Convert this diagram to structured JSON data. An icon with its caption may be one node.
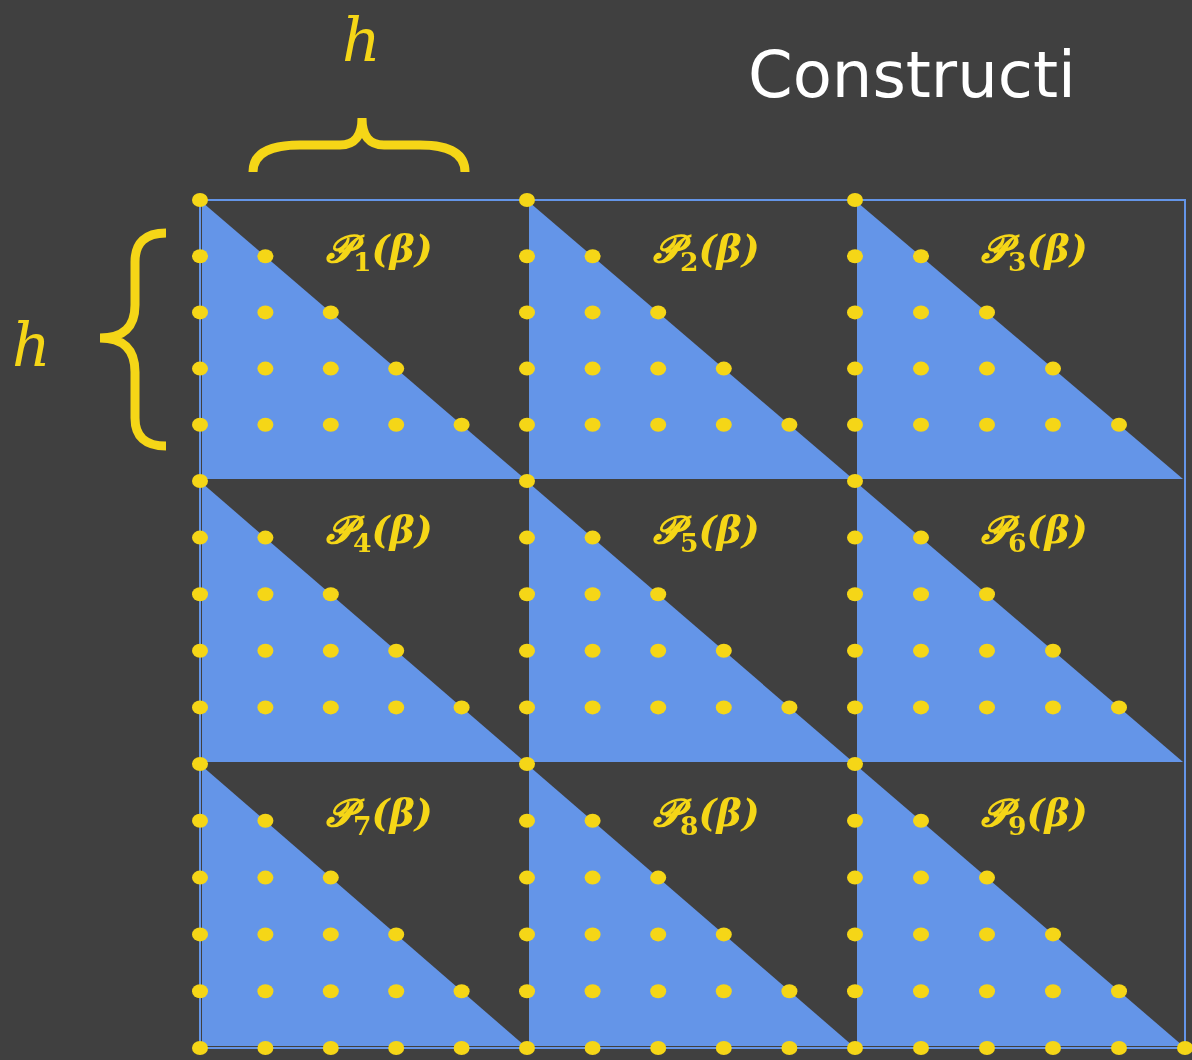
{
  "diagram": {
    "title": "Constructi",
    "labels": [
      "h",
      "h",
      "𝓟$_{1}$(𝜷)",
      "𝓟$_{2}$(𝜷)",
      "𝓟$_{3}$(𝜷)",
      "𝓟$_{4}$(𝜷)",
      "𝓟$_{5}$(𝜷)",
      "𝓟$_{6}$(𝜷)",
      "𝓟$_{7}$(𝜷)",
      "𝓟$_{8}$(𝜷)",
      "𝓟$_{9}$(𝜷)"
    ]
  }
}
